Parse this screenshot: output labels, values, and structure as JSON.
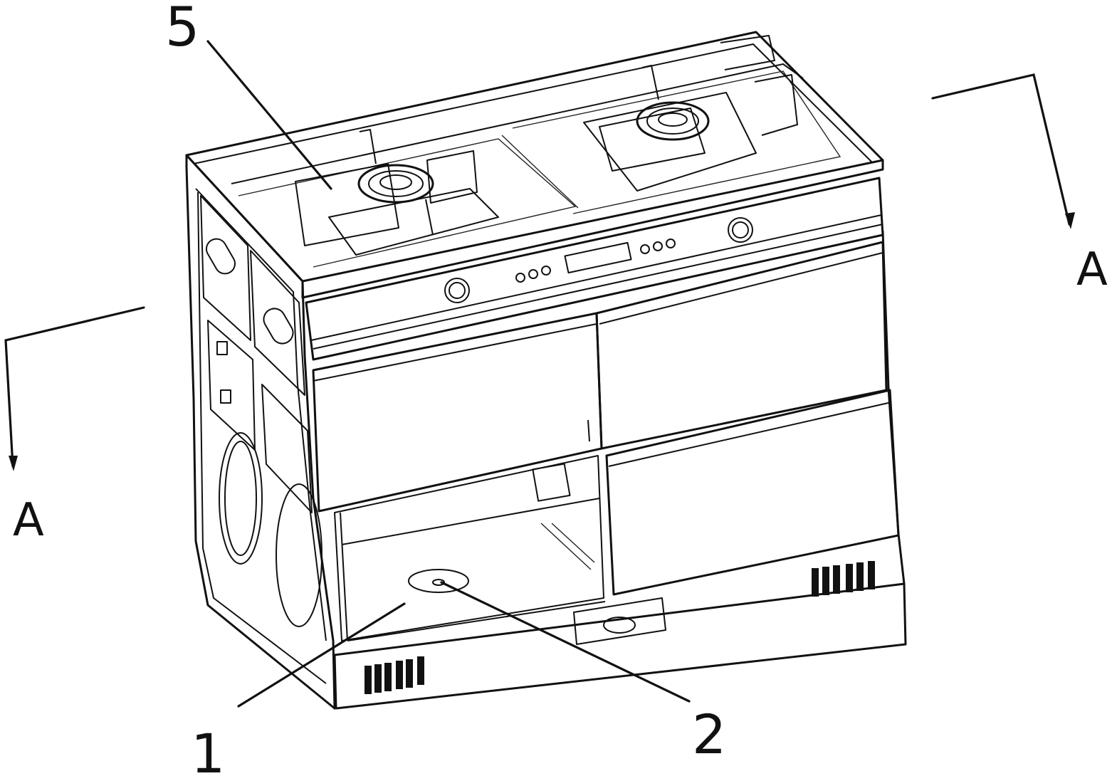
{
  "labels": {
    "callout_5": "5",
    "callout_1": "1",
    "callout_2": "2",
    "section_left": "A",
    "section_right": "A"
  }
}
